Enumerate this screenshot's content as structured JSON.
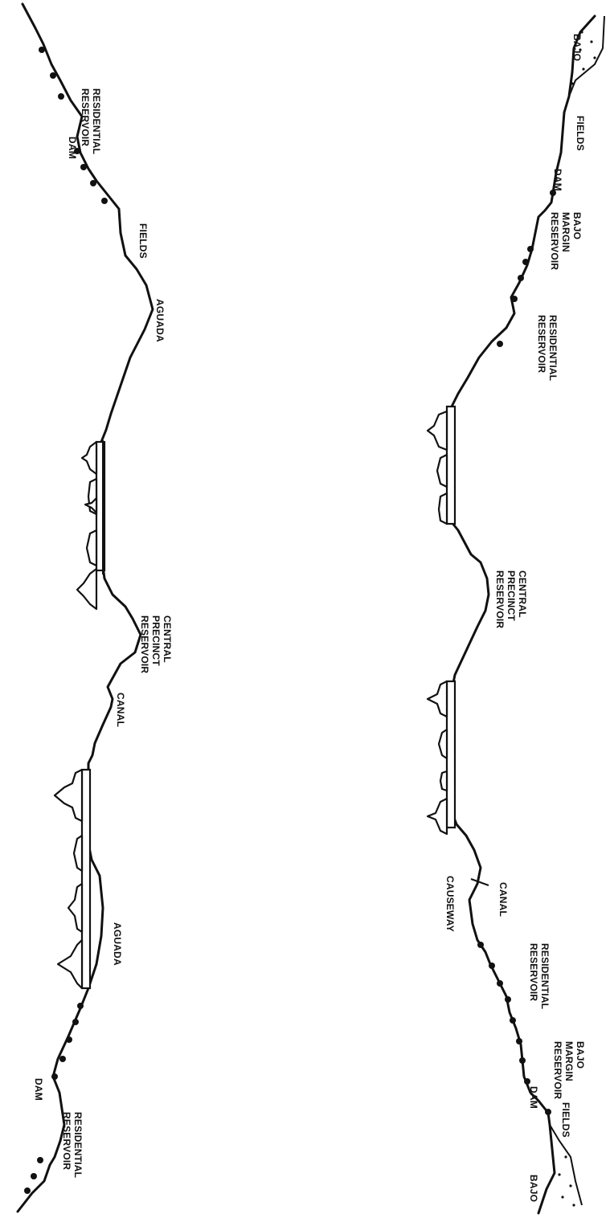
{
  "upper_profile": {
    "labels": {
      "residential_reservoir_left": [
        "RESIDENTIAL",
        "RESERVOIR"
      ],
      "dam_left": "DAM",
      "aguada_left": "AGUADA",
      "canal": "CANAL",
      "central_precinct_reservoir": [
        "CENTRAL",
        "PRECINCT",
        "RESERVOIR"
      ],
      "aguada_right": "AGUADA",
      "fields": "FIELDS",
      "dam_right": "DAM",
      "residential_reservoir_right": [
        "RESIDENTIAL",
        "RESERVOIR"
      ]
    }
  },
  "lower_profile": {
    "labels": {
      "bajo_left": "BAJO",
      "fields_left": "FIELDS",
      "dam_left": "DAM",
      "bajo_margin_reservoir_left": [
        "BAJO",
        "MARGIN",
        "RESERVOIR"
      ],
      "residential_reservoir_left": [
        "RESIDENTIAL",
        "RESERVOIR"
      ],
      "causeway": "CAUSEWAY",
      "canal": "CANAL",
      "central_precinct_reservoir": [
        "CENTRAL",
        "PRECINCT",
        "RESERVOIR"
      ],
      "residential_reservoir_right": [
        "RESIDENTIAL",
        "RESERVOIR"
      ],
      "bajo_margin_reservoir_right": [
        "BAJO",
        "MARGIN",
        "RESERVOIR"
      ],
      "dam_right": "DAM",
      "fields_right": "FIELDS",
      "bajo_right": "BAJO"
    }
  }
}
